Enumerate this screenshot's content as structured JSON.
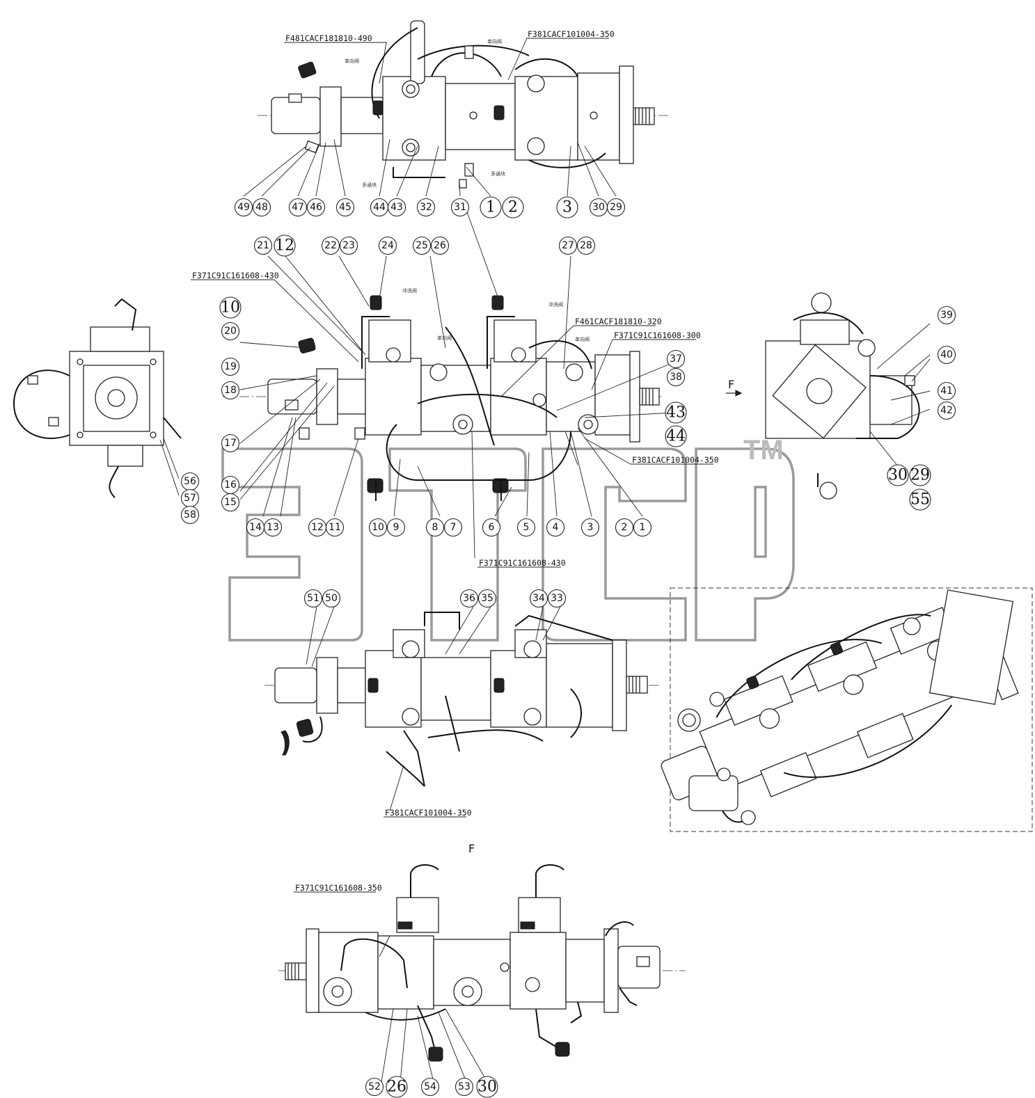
{
  "part_labels": [
    {
      "id": "pl1",
      "text": "F481CACF181810-490"
    },
    {
      "id": "pl2",
      "text": "F381CACF101004-350"
    },
    {
      "id": "pl3",
      "text": "F371C91C161608-430"
    },
    {
      "id": "pl4",
      "text": "F461CACF181810-320"
    },
    {
      "id": "pl5",
      "text": "F371C91C161608-300"
    },
    {
      "id": "pl6",
      "text": "F381CACF101004-350"
    },
    {
      "id": "pl7",
      "text": "F371C91C161608-430"
    },
    {
      "id": "pl8",
      "text": "F381CACF101004-350"
    },
    {
      "id": "pl9",
      "text": "F371C91C161608-350"
    }
  ],
  "view_labels": {
    "arrow_f": "F",
    "section_f": "F"
  },
  "watermark": {
    "tm": "TM"
  },
  "balloons": {
    "top": [
      "49",
      "48",
      "47",
      "46",
      "45",
      "44",
      "43",
      "32",
      "31",
      "1",
      "2",
      "3",
      "30",
      "29"
    ],
    "mid_top": [
      "21",
      "12",
      "22",
      "23",
      "24",
      "25",
      "26",
      "27",
      "28"
    ],
    "mid_left": [
      "10",
      "20",
      "19",
      "18",
      "17",
      "16",
      "15"
    ],
    "mid_right": [
      "37",
      "38",
      "43",
      "44"
    ],
    "mid_bottom": [
      "14",
      "13",
      "12",
      "11",
      "10",
      "9",
      "8",
      "7",
      "6",
      "5",
      "4",
      "3",
      "2",
      "1"
    ],
    "side_left": [
      "56",
      "57",
      "58"
    ],
    "side_right": [
      "39",
      "40",
      "41",
      "42",
      "30",
      "29",
      "55"
    ],
    "lower": [
      "51",
      "50",
      "36",
      "35",
      "34",
      "33"
    ],
    "bottom": [
      "52",
      "26",
      "54",
      "53",
      "30"
    ]
  }
}
